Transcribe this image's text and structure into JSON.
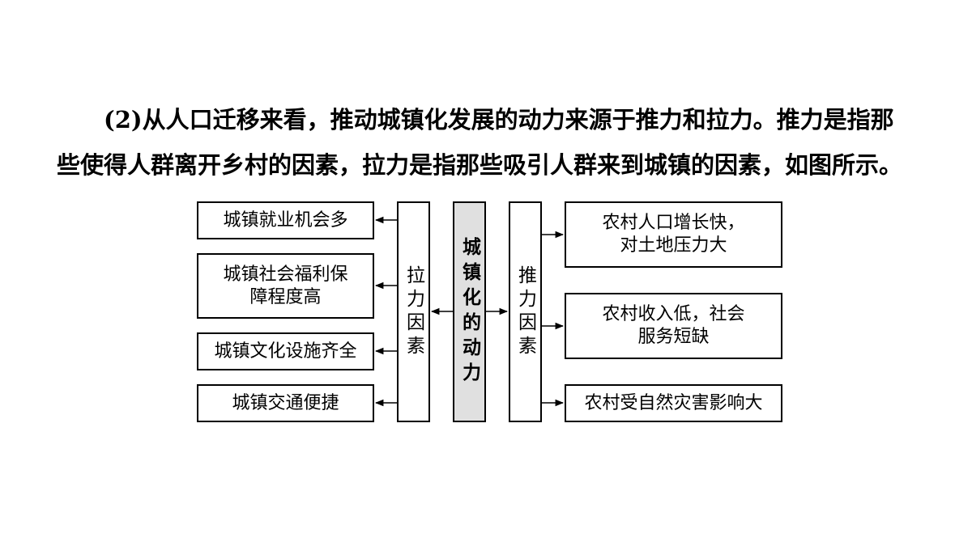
{
  "paragraph": {
    "line1": "(2)从人口迁移来看，推动城镇化发展的动力来源于推力和拉力。推力是指那",
    "line2": "些使得人群离开乡村的因素，拉力是指那些吸引人群来到城镇的因素，如图所示。"
  },
  "diagram": {
    "center": "城镇化的动力",
    "pull_label": "拉力因素",
    "push_label": "推力因素",
    "pull_factors": [
      "城镇就业机会多",
      "城镇社会福利保\n障程度高",
      "城镇文化设施齐全",
      "城镇交通便捷"
    ],
    "push_factors": [
      "农村人口增长快，\n对土地压力大",
      "农村收入低，社会\n服务短缺",
      "农村受自然灾害影响大"
    ]
  }
}
